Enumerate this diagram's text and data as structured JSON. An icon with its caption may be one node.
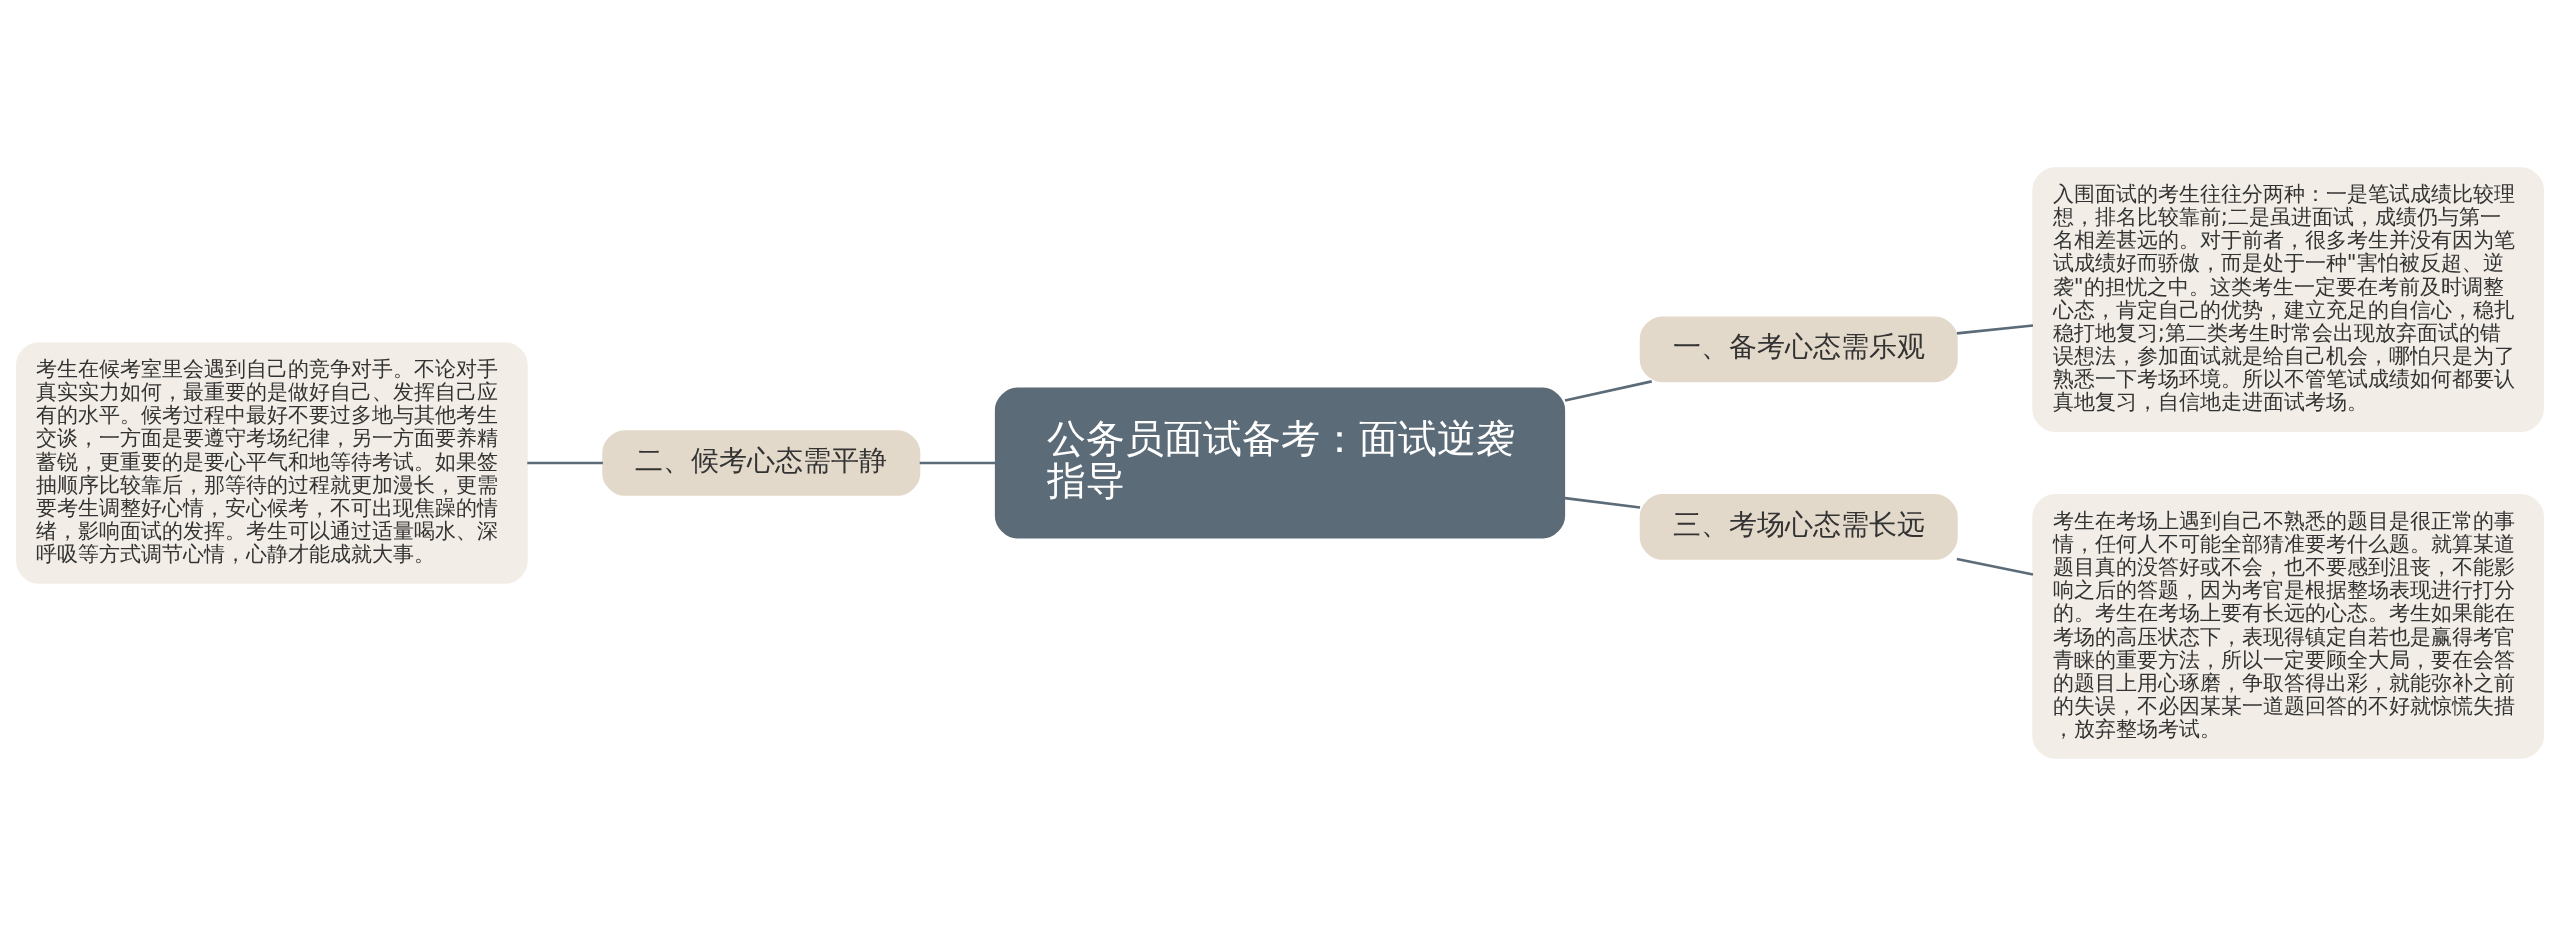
{
  "diagram": {
    "nodes": [
      {
        "text": [
          "公务员面试备考：面试逆袭指导"
        ]
      },
      {
        "text": [
          "一、备考心态需乐观"
        ]
      },
      {
        "text": [
          "入围面试的考生往往分两种：一是笔试成绩比较理想，排名比较靠前;二是虽进面试，成绩仍与第一名相差甚远的。对于前者，很多考生并没有因为笔试成绩好而骄傲，而是处于一种\"害怕被反超、逆袭\"的担忧之中。这类考生一定要在考前及时调整心态，肯定自己的优势，建立充足的自信心，稳扎稳打地复习;第二类考生时常会出现放弃面试的错误想法，参加面试就是给自己机会，哪怕只是为了熟悉一下考场环境。所以不管笔试成绩如何都要认真地复习，自信地走进面试考场。"
        ]
      },
      {
        "text": [
          "二、候考心态需平静"
        ]
      },
      {
        "text": [
          "考生在候考室里会遇到自己的竞争对手。不论对手真实实力如何，最重要的是做好自己、发挥自己应有的水平。候考过程中最好不要过多地与其他考生交谈，一方面是要遵守考场纪律，另一方面要养精蓄锐，更重要的是要心平气和地等待考试。如果签抽顺序比较靠后，那等待的过程就更加漫长，更需要考生调整好心情，安心候考，不可出现焦躁的情绪，影响面试的发挥。考生可以通过适量喝水、深呼吸等方式调节心情，心静才能成就大事。"
        ]
      },
      {
        "text": [
          "三、考场心态需长远"
        ]
      },
      {
        "text": [
          "考生在考场上遇到自己不熟悉的题目是很正常的事情，任何人不可能全部猜准要考什么题。就算某道题目真的没答好或不会，也不要感到沮丧，不能影响之后的答题，因为考官是根据整场表现进行打分的。考生在考场上要有长远的心态。考生如果能在考场的高压状态下，表现得镇定自若也是赢得考官青睐的重要方法，所以一定要顾全大局，要在会答的题目上用心琢磨，争取答得出彩，就能弥补之前的失误，不必因某某一道题回答的不好就惊慌失措，放弃整场考试。"
        ]
      }
    ],
    "edges": [
      {
        "from": 0,
        "to": 1,
        "arrow": "none"
      },
      {
        "from": 1,
        "to": 2,
        "arrow": "none"
      },
      {
        "from": 3,
        "to": 0,
        "arrow": "none"
      },
      {
        "from": 4,
        "to": 3,
        "arrow": "none"
      },
      {
        "from": 0,
        "to": 5,
        "arrow": "none"
      },
      {
        "from": 5,
        "to": 6,
        "arrow": "none"
      }
    ]
  }
}
